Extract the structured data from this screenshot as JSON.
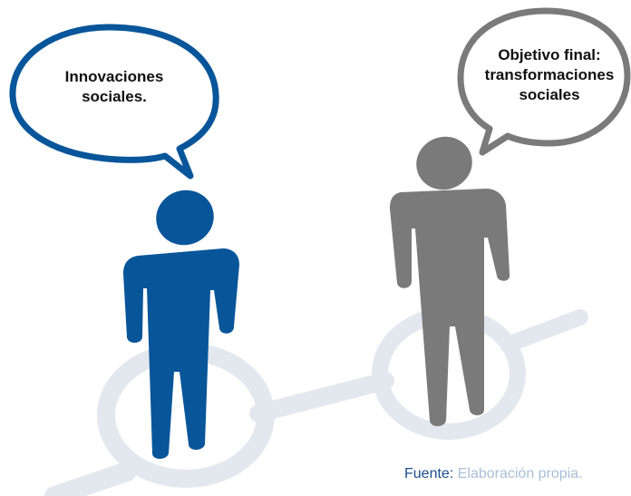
{
  "colors": {
    "blue": "#08559a",
    "gray": "#7a7a7a",
    "ring": "#e2e8ee",
    "caption_label": "#1b4e8e",
    "caption_value": "#a8bfd6"
  },
  "bubbles": {
    "left": {
      "line1": "Innovaciones",
      "line2": "sociales."
    },
    "right": {
      "line1": "Objetivo final:",
      "line2": "transformaciones",
      "line3": "sociales"
    }
  },
  "caption": {
    "label": "Fuente:",
    "value": "Elaboración propia."
  },
  "icons": {
    "left_figure": "person-icon",
    "right_figure": "person-icon"
  }
}
